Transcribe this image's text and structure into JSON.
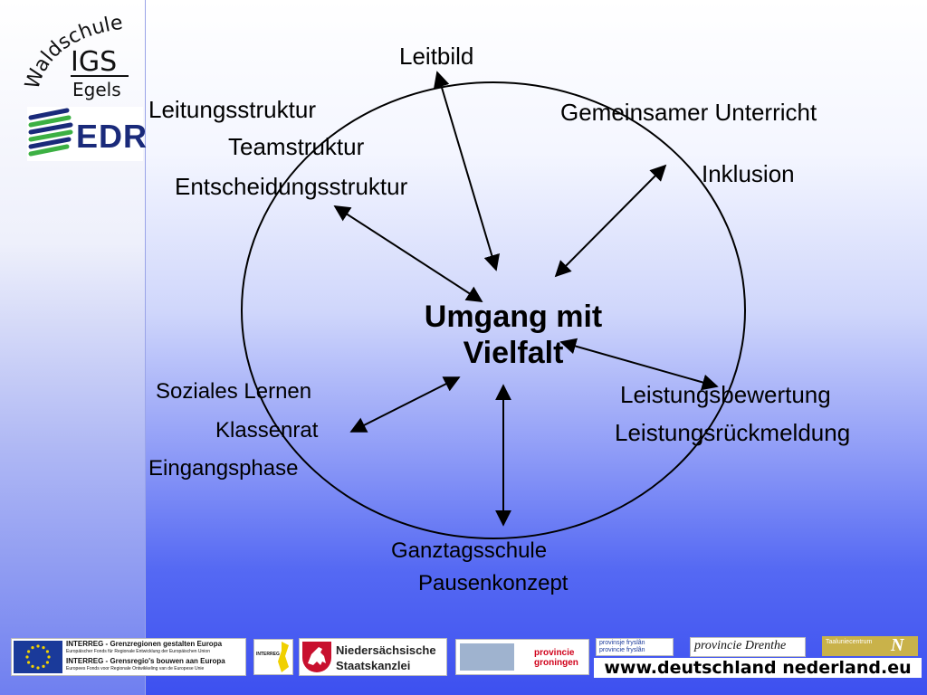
{
  "logos": {
    "waldschule": {
      "arc": "Waldschule",
      "igs": "IGS",
      "sub": "Egels"
    },
    "edr": "EDR"
  },
  "diagram": {
    "center": {
      "line1": "Umgang mit",
      "line2": "Vielfalt"
    },
    "labels": {
      "leitbild": "Leitbild",
      "leitungsstruktur": "Leitungsstruktur",
      "teamstruktur": "Teamstruktur",
      "entscheidungsstruktur": "Entscheidungsstruktur",
      "gemeinsamer_unterricht": "Gemeinsamer Unterricht",
      "inklusion": "Inklusion",
      "soziales_lernen": "Soziales Lernen",
      "klassenrat": "Klassenrat",
      "eingangsphase": "Eingangsphase",
      "leistungsbewertung": "Leistungsbewertung",
      "leistungsrueckmeldung": "Leistungsrückmeldung",
      "ganztagsschule": "Ganztagsschule",
      "pausenkonzept": "Pausenkonzept"
    }
  },
  "footer": {
    "interreg_line1": "INTERREG - Grenzregionen gestalten Europa",
    "interreg_line1_sub": "Europäischer Fonds für Regionale Entwicklung der Europäischen Union",
    "interreg_line2": "INTERREG - Grensregio's bouwen aan Europa",
    "interreg_line2_sub": "Europees Fonds voor Regionale Ontwikkeling van de Europese Unie",
    "interreg_small": "INTERREG",
    "niedersachsen_line1": "Niedersächsische",
    "niedersachsen_line2": "Staatskanzlei",
    "groningen_line1": "provincie",
    "groningen_line2": "groningen",
    "fryslan_line1": "provinsje fryslân",
    "fryslan_line2": "provincie fryslân",
    "drenthe": "provincie Drenthe",
    "taalunie": "Taaluniecentrum",
    "url": "www.deutschland nederland.eu"
  },
  "colors": {
    "arrow": "#000000",
    "eu_blue": "#1a3a9a",
    "eu_star": "#f4d300"
  }
}
